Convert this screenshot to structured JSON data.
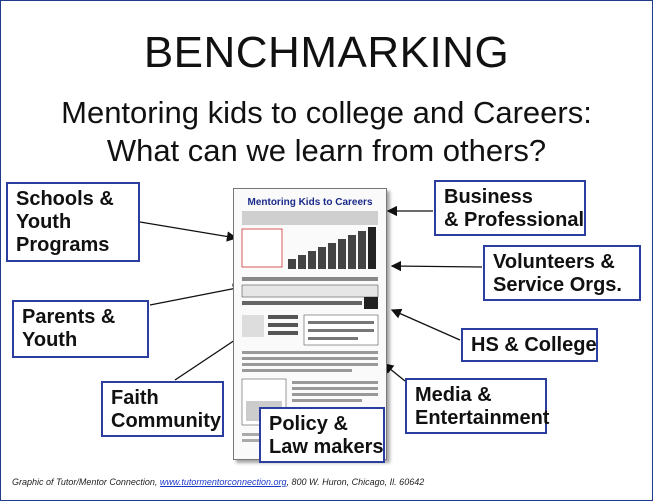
{
  "slide": {
    "title": "BENCHMARKING",
    "subtitle_line1": "Mentoring kids to college and Careers:",
    "subtitle_line2": "What can we learn from others?"
  },
  "document": {
    "title": "Mentoring Kids to Careers"
  },
  "stakeholders": {
    "schools": [
      "Schools &",
      "Youth",
      "Programs"
    ],
    "business": [
      "Business",
      "& Professional"
    ],
    "volunteers": [
      "Volunteers &",
      "Service Orgs."
    ],
    "parents": [
      "Parents &",
      "Youth"
    ],
    "hs_college": [
      "HS & College"
    ],
    "faith": [
      "Faith",
      "Community"
    ],
    "policy": [
      "Policy &",
      "Law makers"
    ],
    "media": [
      "Media &",
      "Entertainment"
    ]
  },
  "credit": {
    "prefix": "Graphic of Tutor/Mentor Connection, ",
    "link": "www.tutormentorconnection.org",
    "suffix": ", 800 W. Huron, Chicago, Il. 60642"
  },
  "colors": {
    "box_border": "#2b3ea0",
    "doc_title": "#1a2a8a",
    "link": "#1a37c8"
  }
}
